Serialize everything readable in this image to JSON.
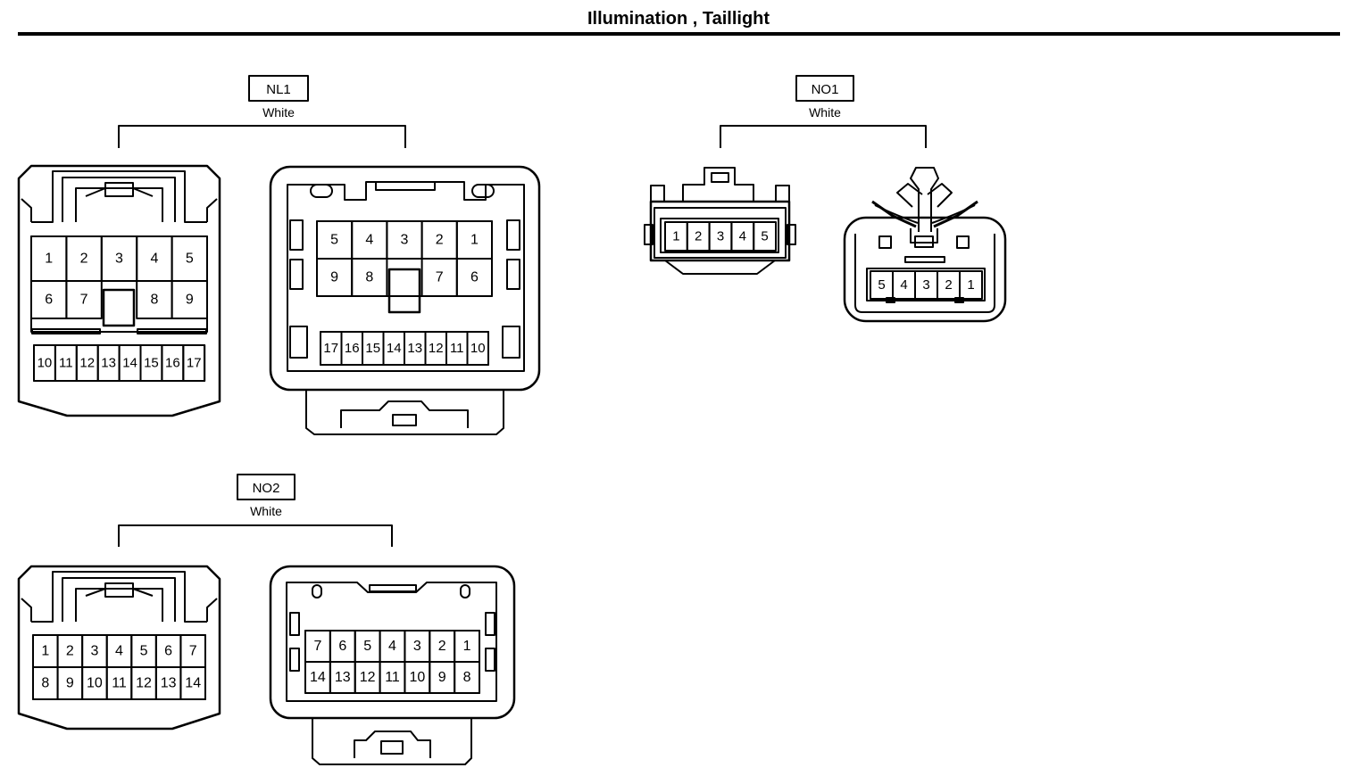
{
  "title": "Illumination , Taillight",
  "connectors": {
    "nl1": {
      "id": "NL1",
      "color": "White",
      "left_row1": [
        "1",
        "2",
        "3",
        "4",
        "5"
      ],
      "left_row2": [
        "6",
        "7",
        "8",
        "9"
      ],
      "left_row3": [
        "10",
        "11",
        "12",
        "13",
        "14",
        "15",
        "16",
        "17"
      ],
      "right_row1": [
        "5",
        "4",
        "3",
        "2",
        "1"
      ],
      "right_row2": [
        "9",
        "8",
        "7",
        "6"
      ],
      "right_row3": [
        "17",
        "16",
        "15",
        "14",
        "13",
        "12",
        "11",
        "10"
      ]
    },
    "no1": {
      "id": "NO1",
      "color": "White",
      "left_row": [
        "1",
        "2",
        "3",
        "4",
        "5"
      ],
      "right_row": [
        "5",
        "4",
        "3",
        "2",
        "1"
      ]
    },
    "no2": {
      "id": "NO2",
      "color": "White",
      "left_row1": [
        "1",
        "2",
        "3",
        "4",
        "5",
        "6",
        "7"
      ],
      "left_row2": [
        "8",
        "9",
        "10",
        "11",
        "12",
        "13",
        "14"
      ],
      "right_row1": [
        "7",
        "6",
        "5",
        "4",
        "3",
        "2",
        "1"
      ],
      "right_row2": [
        "14",
        "13",
        "12",
        "11",
        "10",
        "9",
        "8"
      ]
    }
  }
}
